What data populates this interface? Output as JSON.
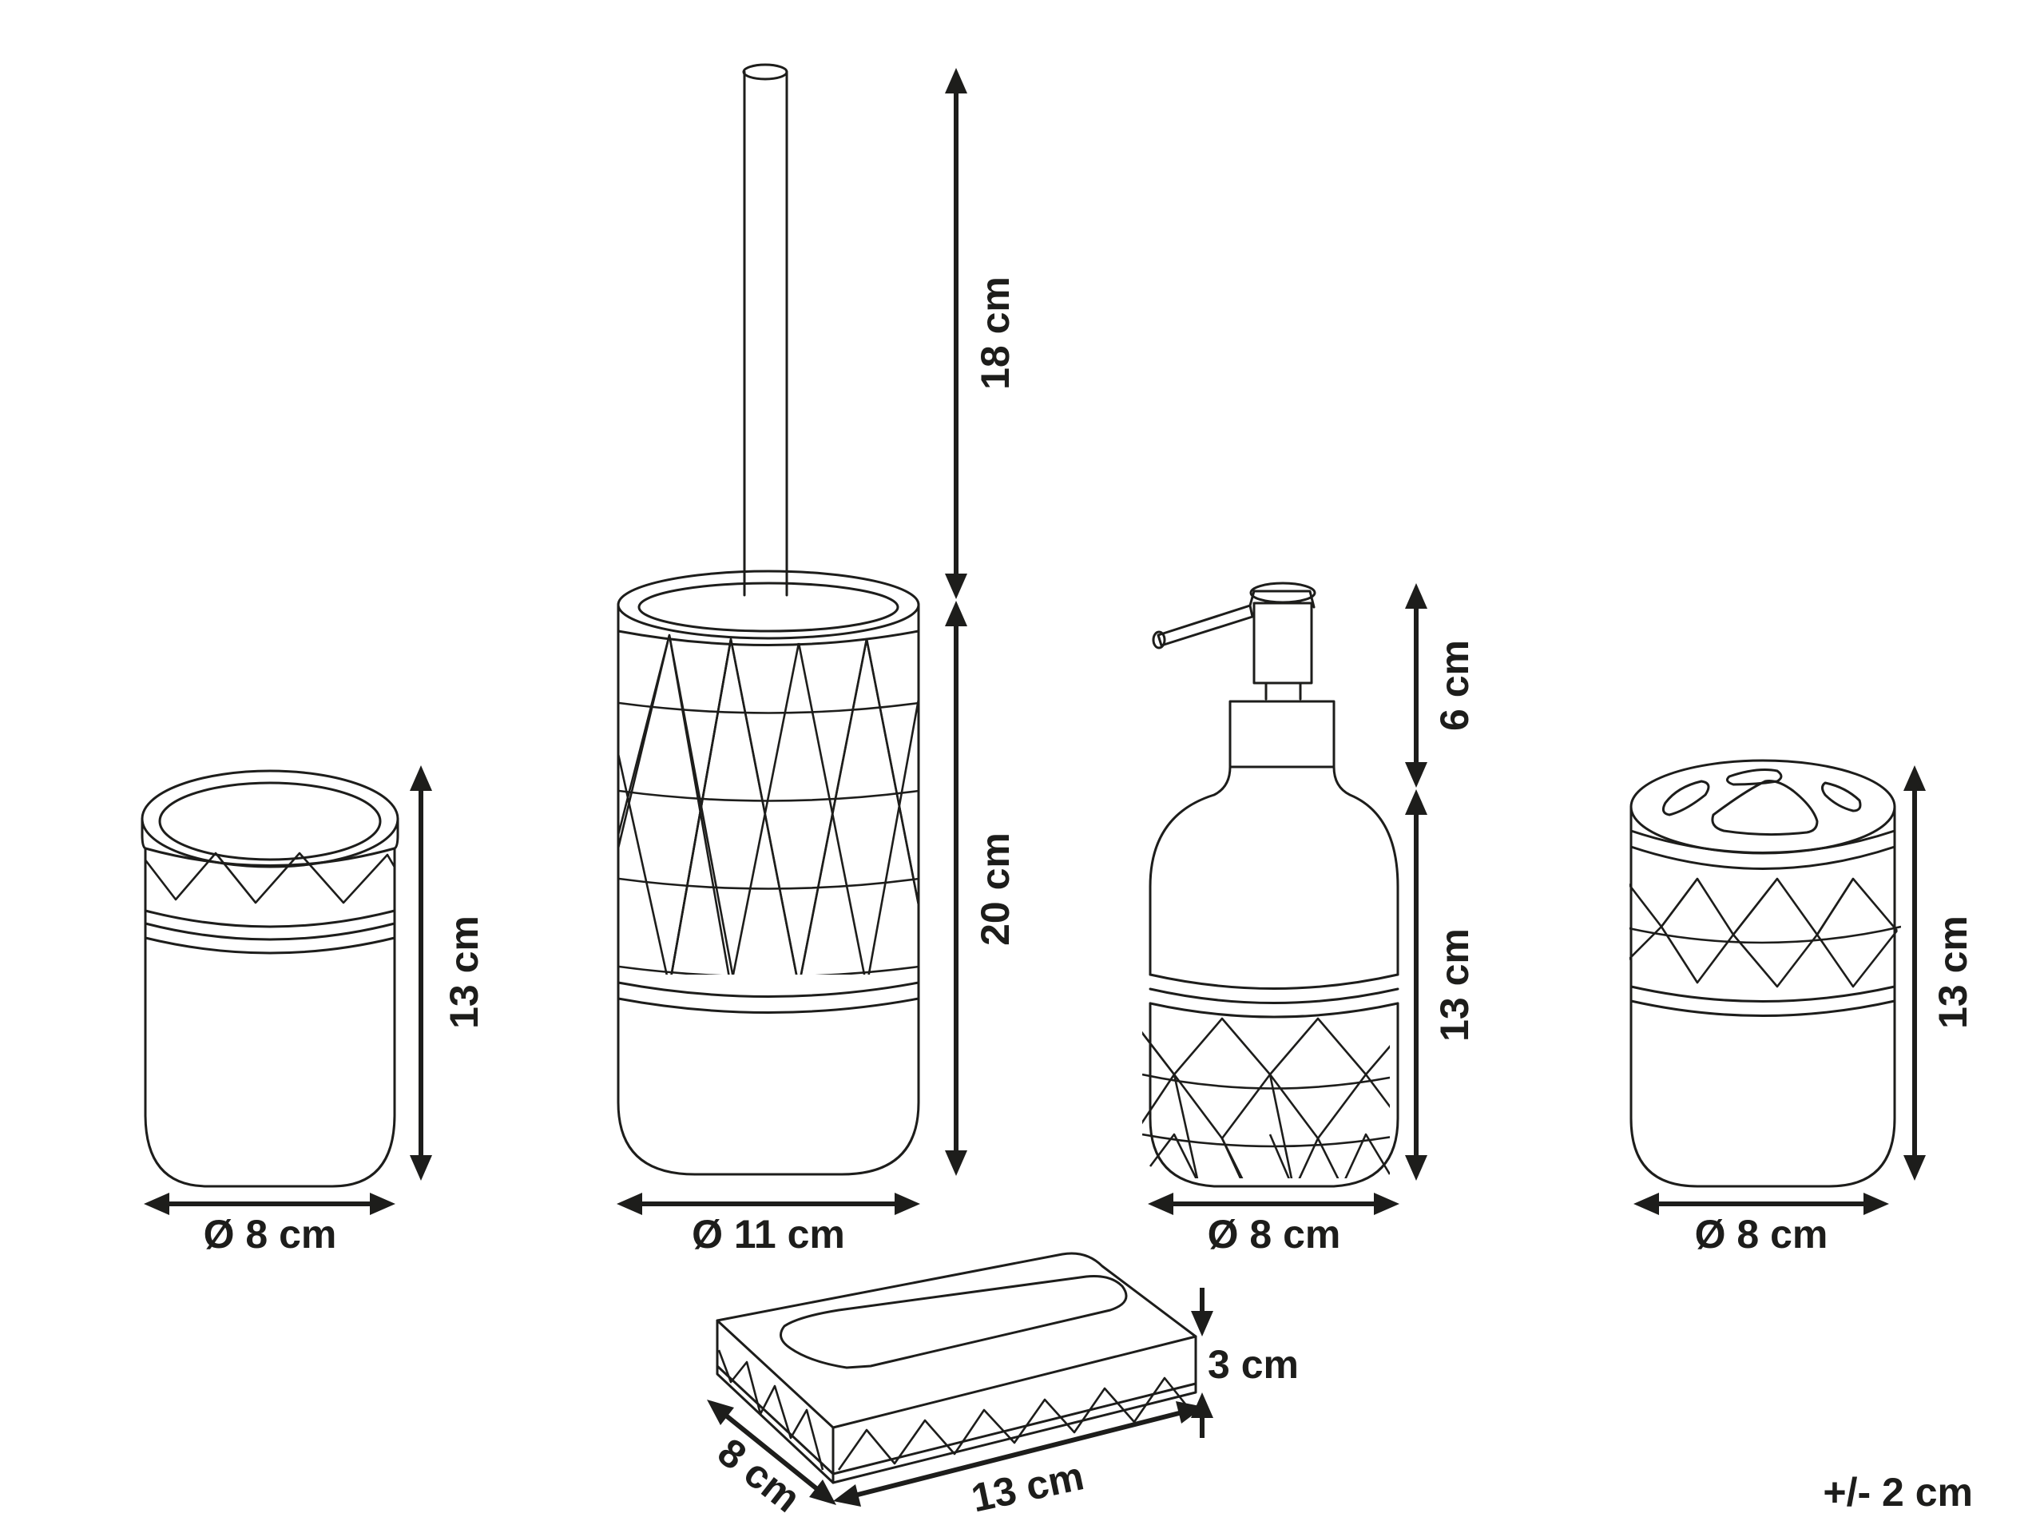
{
  "diagram": {
    "items": [
      {
        "id": "tumbler",
        "diameter": "Ø 8 cm",
        "height": "13 cm"
      },
      {
        "id": "toilet-brush-holder",
        "diameter": "Ø 11 cm",
        "brush_height": "18 cm",
        "holder_height": "20 cm"
      },
      {
        "id": "soap-dispenser",
        "diameter": "Ø 8 cm",
        "pump_height": "6 cm",
        "body_height": "13 cm"
      },
      {
        "id": "toothbrush-holder",
        "diameter": "Ø 8 cm",
        "height": "13 cm"
      },
      {
        "id": "soap-dish",
        "length": "13 cm",
        "width": "8 cm",
        "height": "3 cm"
      }
    ],
    "tolerance": "+/- 2 cm"
  }
}
